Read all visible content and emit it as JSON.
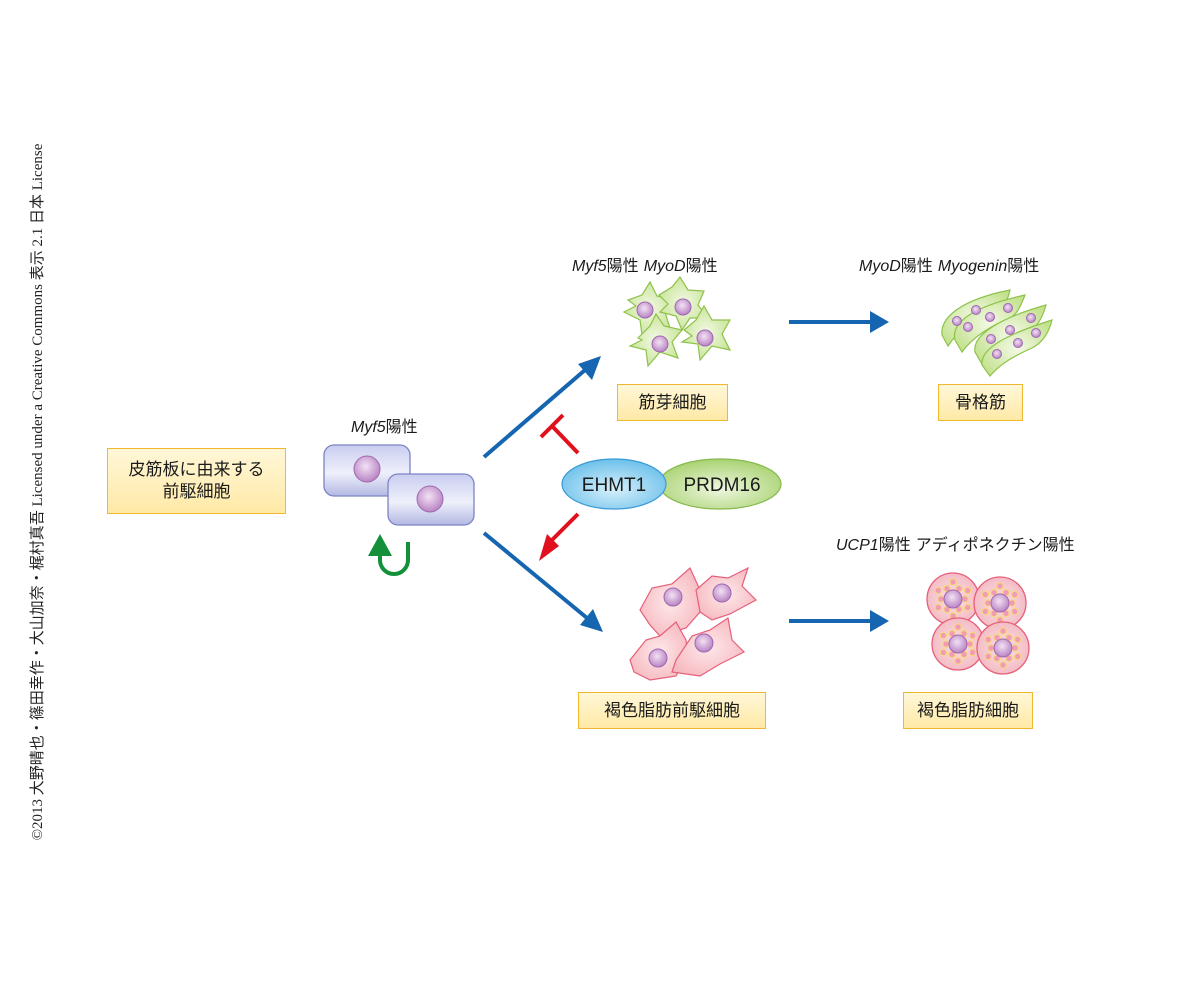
{
  "credit": "©2013 大野晴也・篠田幸作・大山加奈・梶村真吾 Licensed under a Creative Commons 表示 2.1 日本 License",
  "nodes": {
    "progenitor": {
      "label_line1": "皮筋板に由来する",
      "label_line2": "前駆細胞"
    },
    "myf5_cells": {
      "marker_gene": "Myf5",
      "marker_suffix": "陽性"
    },
    "myoblast": {
      "label": "筋芽細胞",
      "marker_gene1": "Myf5",
      "marker_suffix1": "陽性",
      "marker_gene2": "MyoD",
      "marker_suffix2": "陽性"
    },
    "skeletal_muscle": {
      "label": "骨格筋",
      "marker_gene1": "MyoD",
      "marker_suffix1": "陽性",
      "marker_gene2": "Myogenin",
      "marker_suffix2": "陽性"
    },
    "brown_preadipocyte": {
      "label": "褐色脂肪前駆細胞"
    },
    "brown_adipocyte": {
      "label": "褐色脂肪細胞",
      "marker_gene1": "UCP1",
      "marker_suffix1": "陽性",
      "marker_text2": "アディポネクチン陽性"
    }
  },
  "complex": {
    "protein1": "EHMT1",
    "protein2": "PRDM16"
  },
  "colors": {
    "flow_arrow": "#1565b0",
    "regulation": "#e0101e",
    "self_renewal": "#139039",
    "label_border": "#f0b830",
    "ehmt1_fill": "#7ec9ee",
    "prdm16_fill": "#b6d880",
    "myf5_cell": "#bfc3e6",
    "myoblast_cell": "#c9e49a",
    "preadipocyte_cell": "#f7c3c8",
    "adipocyte_cell": "#f5c8cf",
    "nucleus": "#c99ad0"
  },
  "edges": [
    {
      "from": "myf5_cells",
      "to": "myoblast",
      "type": "differentiation"
    },
    {
      "from": "myf5_cells",
      "to": "brown_preadipocyte",
      "type": "differentiation"
    },
    {
      "from": "myoblast",
      "to": "skeletal_muscle",
      "type": "differentiation"
    },
    {
      "from": "brown_preadipocyte",
      "to": "brown_adipocyte",
      "type": "differentiation"
    },
    {
      "from": "complex",
      "to": "myoblast",
      "type": "inhibition"
    },
    {
      "from": "complex",
      "to": "brown_preadipocyte",
      "type": "activation"
    },
    {
      "from": "myf5_cells",
      "to": "myf5_cells",
      "type": "self-renewal"
    }
  ]
}
